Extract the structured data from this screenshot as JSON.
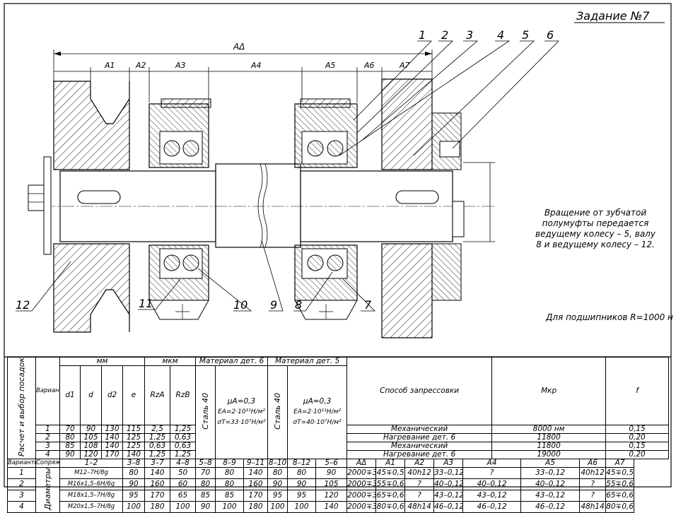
{
  "title": "Задание №7",
  "note_rotation": "Вращение от зубчатой полумуфты передается ведущему колесу – 5, валу 8 и ведущему колесу – 12.",
  "note_bearings": "Для подшипников R=1000 н",
  "dimensions": {
    "overall": "AΔ",
    "chain": [
      "A1",
      "A2",
      "A3",
      "A4",
      "A5",
      "A6",
      "A7"
    ]
  },
  "part_numbers": [
    "1",
    "2",
    "3",
    "4",
    "5",
    "6",
    "7",
    "8",
    "9",
    "10",
    "11",
    "12"
  ],
  "table": {
    "head": {
      "calc": "Расчет и выбор посадок",
      "variants": "Варианты",
      "mm": "мм",
      "mkm": "мкм",
      "mat6": "Материал дет. 6",
      "mat5": "Материал дет. 5",
      "press": "Способ запрессовки",
      "mkr": "Mкр",
      "f": "f",
      "cols_mm": [
        "d1",
        "d",
        "d2",
        "e"
      ],
      "cols_mkm": [
        "RzA",
        "RzB"
      ],
      "steel6": "Сталь 40",
      "steel5": "Сталь 40",
      "mu6": "μA=0,3",
      "ea6": "EA=2·10¹¹H/м²",
      "st6": "σT=33·10⁷H/м²",
      "mu5": "μA=0,3",
      "ea5": "EA=2·10¹¹H/м²",
      "st5": "σT=40·10⁷H/м²"
    },
    "top_rows": [
      {
        "v": "1",
        "d1": "70",
        "d": "90",
        "d2": "130",
        "e": "115",
        "ra": "2,5",
        "rb": "1,25",
        "press": "Механический",
        "mkr": "8000 нм",
        "f": "0,15"
      },
      {
        "v": "2",
        "d1": "80",
        "d": "105",
        "d2": "140",
        "e": "125",
        "ra": "1,25",
        "rb": "0,63",
        "press": "Нагревание дет. 6",
        "mkr": "11800",
        "f": "0,20"
      },
      {
        "v": "3",
        "d1": "85",
        "d": "108",
        "d2": "140",
        "e": "125",
        "ra": "0,63",
        "rb": "0,63",
        "press": "Механический",
        "mkr": "11800",
        "f": "0,15"
      },
      {
        "v": "4",
        "d1": "90",
        "d": "120",
        "d2": "170",
        "e": "140",
        "ra": "1,25",
        "rb": "1,25",
        "press": "Нагревание дет. 6",
        "mkr": "19000",
        "f": "0,20"
      }
    ],
    "bottom_head": {
      "variants": "Варианты",
      "joints": "Сопряжения",
      "diam": "Диаметры",
      "cols": [
        "1–2",
        "3–8",
        "3–7",
        "4–8",
        "5–8",
        "8–9",
        "9–11",
        "8–10",
        "8–12",
        "5–6",
        "AΔ",
        "A1",
        "A2",
        "A3",
        "A4",
        "A5",
        "A6",
        "A7"
      ]
    },
    "bottom_rows": [
      {
        "v": "1",
        "c": [
          "M12–7H/8g",
          "80",
          "140",
          "50",
          "70",
          "80",
          "140",
          "80",
          "80",
          "90",
          "2000∓3",
          "45∓0,5",
          "40h12",
          "33–0,12",
          "?",
          "33–0,12",
          "40h12",
          "45∓0,5"
        ]
      },
      {
        "v": "2",
        "c": [
          "M16x1,5–6H/6g",
          "90",
          "160",
          "60",
          "80",
          "80",
          "160",
          "90",
          "90",
          "105",
          "2000∓3",
          "55∓0,6",
          "?",
          "40–0,12",
          "40–0,12",
          "40–0,12",
          "?",
          "55∓0,6"
        ]
      },
      {
        "v": "3",
        "c": [
          "M18x1,5–7H/8g",
          "95",
          "170",
          "65",
          "85",
          "85",
          "170",
          "95",
          "95",
          "120",
          "2000∓3",
          "65∓0,6",
          "?",
          "43–0,12",
          "43–0,12",
          "43–0,12",
          "?",
          "65∓0,6"
        ]
      },
      {
        "v": "4",
        "c": [
          "M20x1,5–7H/8g",
          "100",
          "180",
          "100",
          "90",
          "100",
          "180",
          "100",
          "100",
          "140",
          "2000∓3",
          "80∓0,6",
          "48h14",
          "46–0,12",
          "46–0,12",
          "46–0,12",
          "48h14",
          "80∓0,6"
        ]
      }
    ]
  }
}
